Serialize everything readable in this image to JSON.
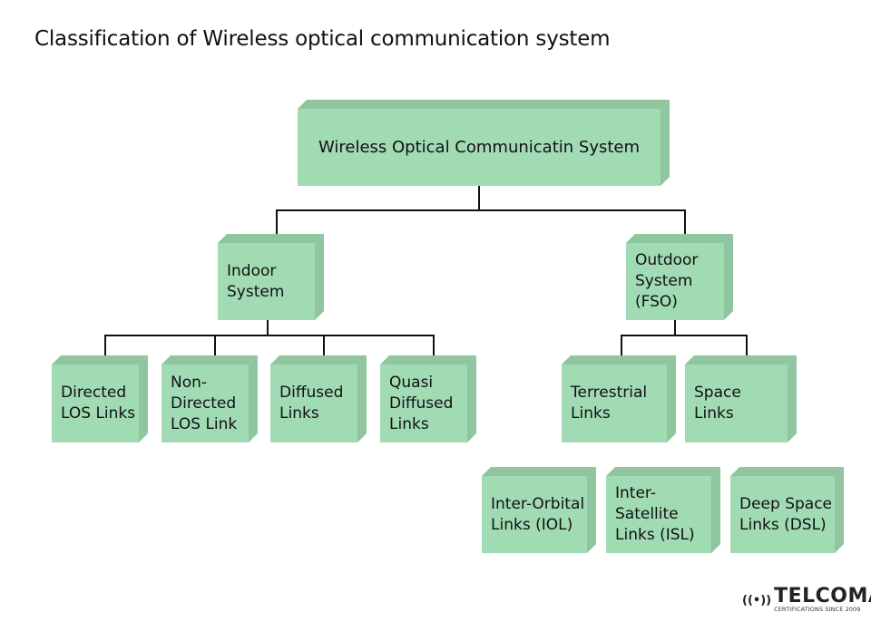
{
  "title": "Classification of Wireless optical communication system",
  "root": "Wireless Optical Communicatin System",
  "level1": {
    "indoor": "Indoor System",
    "outdoor": "Outdoor System (FSO)"
  },
  "indoor_children": [
    "Directed LOS Links",
    "Non-Directed LOS Link",
    "Diffused Links",
    "Quasi Diffused Links"
  ],
  "outdoor_children": [
    "Terrestrial Links",
    "Space Links"
  ],
  "space_children": [
    "Inter-Orbital Links (IOL)",
    "Inter-Satellite Links (ISL)",
    "Deep Space Links (DSL)"
  ],
  "logo": {
    "name": "TELCOMA",
    "tagline": "CERTIFICATIONS SINCE 2009"
  },
  "colors": {
    "box_front": "#a1dbb4",
    "box_edge": "#8fc59f",
    "connector": "#111111"
  }
}
